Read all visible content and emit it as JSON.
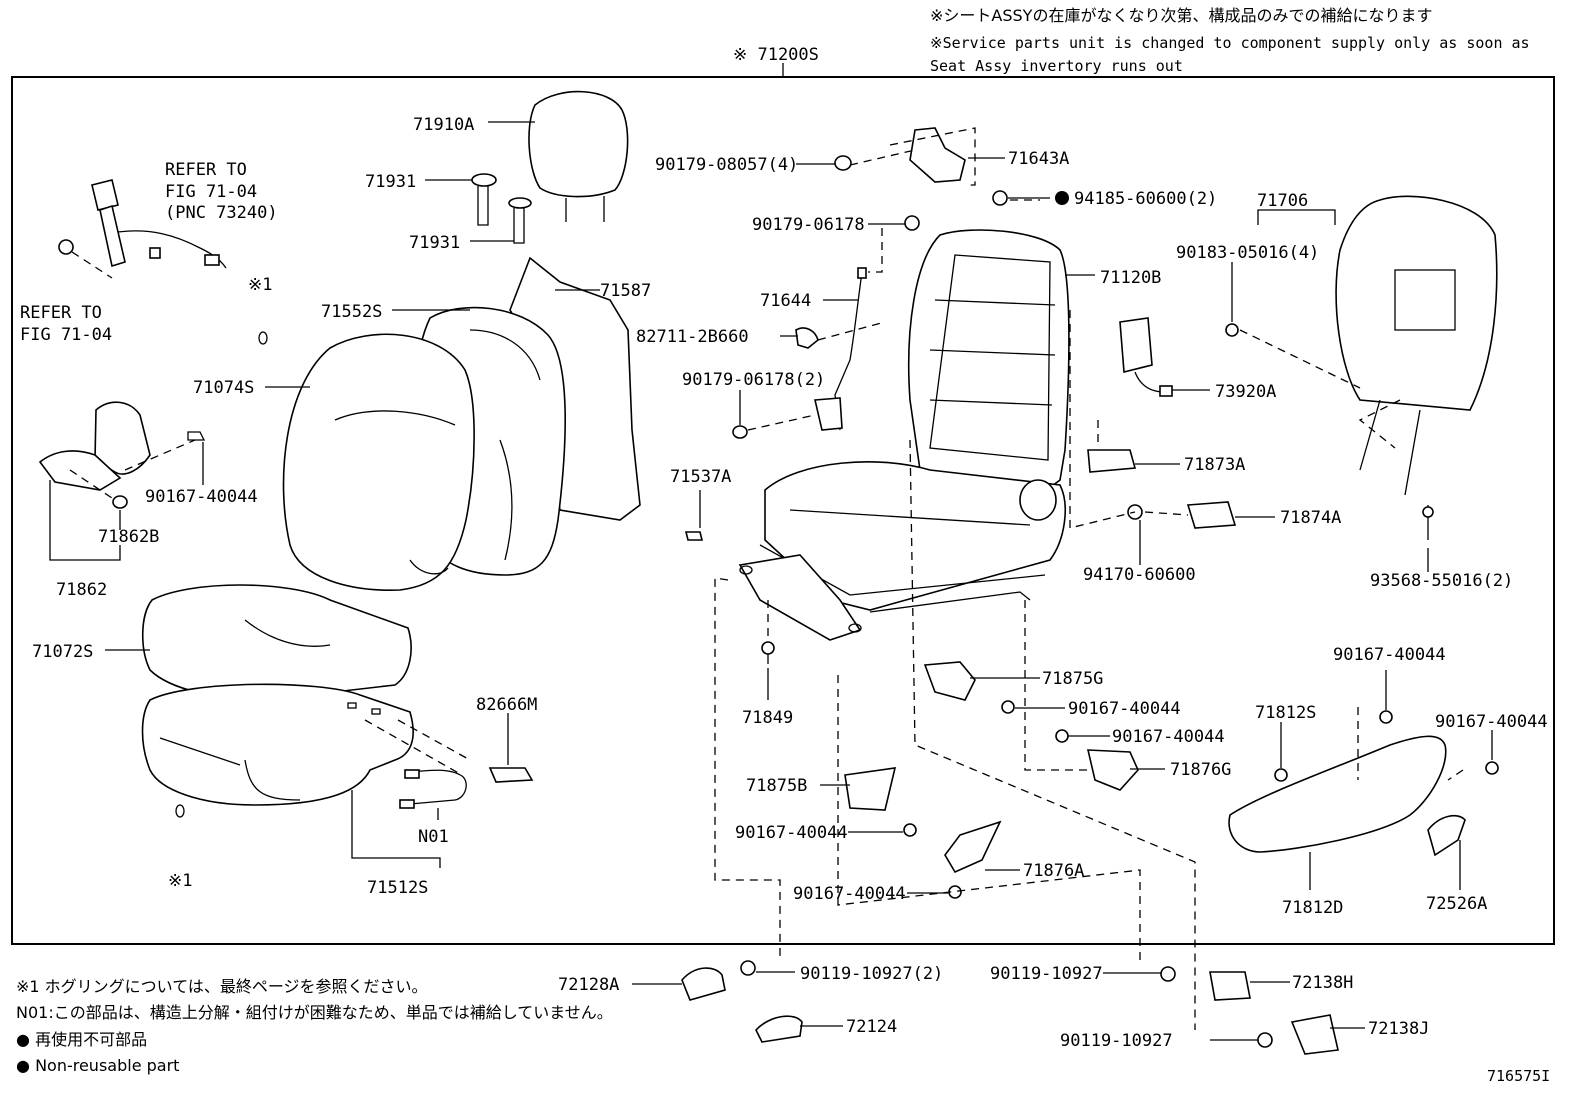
{
  "header_notes": {
    "jp": "※シートASSYの在庫がなくなり次第、構成品のみでの補給になります",
    "en_line1": "※Service parts unit is changed to component supply only as soon as",
    "en_line2": "Seat Assy invertory runs out"
  },
  "assembly_label": "※ 71200S",
  "refer_upper": {
    "line1": "REFER TO",
    "line2": "FIG 71-04",
    "line3": "(PNC 73240)"
  },
  "refer_lower": {
    "line1": "REFER TO",
    "line2": "FIG 71-04"
  },
  "hog_ring_marker": "※1",
  "parts": {
    "p71910A": "71910A",
    "p71931a": "71931",
    "p71931b": "71931",
    "p71587": "71587",
    "p71552S": "71552S",
    "p71074S": "71074S",
    "p90167_left": "90167-40044",
    "p71862B": "71862B",
    "p71862": "71862",
    "p71072S": "71072S",
    "p82666M": "82666M",
    "pN01": "N01",
    "p71512S": "71512S",
    "p90179_08057": "90179-08057(4)",
    "p71643A": "71643A",
    "p94185": "94185-60600(2)",
    "p90179_06178": "90179-06178",
    "p71120B": "71120B",
    "p71706": "71706",
    "p90183": "90183-05016(4)",
    "p71644": "71644",
    "p82711": "82711-2B660",
    "p90179_06178_2": "90179-06178(2)",
    "p73920A": "73920A",
    "p71873A": "71873A",
    "p71537A": "71537A",
    "p71874A": "71874A",
    "p94170": "94170-60600",
    "p93568": "93568-55016(2)",
    "p71849": "71849",
    "p71875G": "71875G",
    "p90167_a": "90167-40044",
    "p90167_b": "90167-40044",
    "p71876G": "71876G",
    "p90167_c": "90167-40044",
    "p71812S": "71812S",
    "p90167_d": "90167-40044",
    "p71875B": "71875B",
    "p90167_e": "90167-40044",
    "p71876A": "71876A",
    "p90167_f": "90167-40044",
    "p71812D": "71812D",
    "p72526A": "72526A",
    "p72128A": "72128A",
    "p90119_2": "90119-10927(2)",
    "p90119_a": "90119-10927",
    "p72138H": "72138H",
    "p72124": "72124",
    "p90119_b": "90119-10927",
    "p72138J": "72138J"
  },
  "footer_notes": {
    "note1": "※1 ホグリングについては、最終ページを参照ください。",
    "note2": "N01:この部品は、構造上分解・組付けが困難なため、単品では補給していません。",
    "note3": "再使用不可部品",
    "note4": "Non-reusable part"
  },
  "figure_id": "716575I"
}
